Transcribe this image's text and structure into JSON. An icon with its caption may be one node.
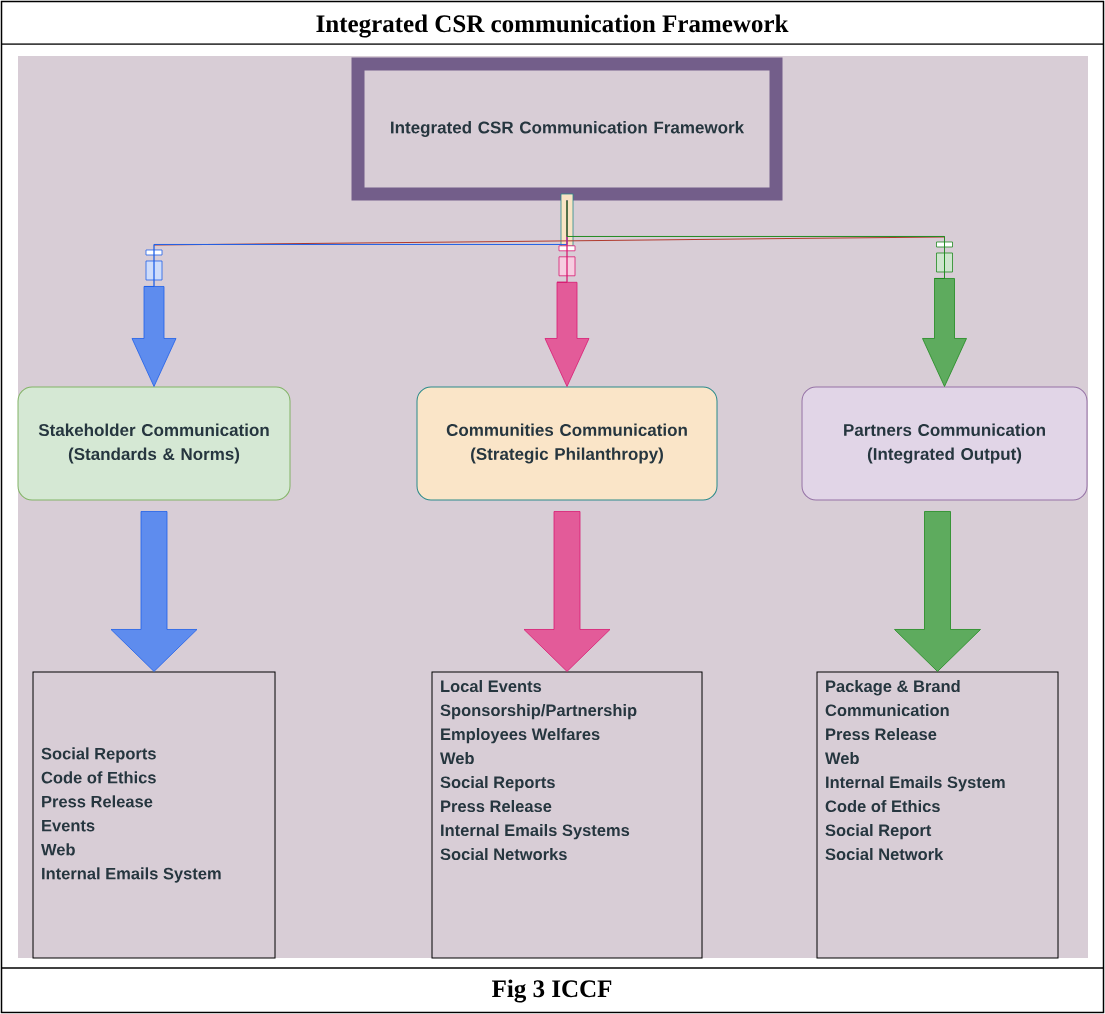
{
  "diagram": {
    "title": "Integrated CSR communication Framework",
    "caption": "Fig 3 ICCF",
    "nodes": [
      {
        "text": [
          "Integrated CSR Communication Framework"
        ]
      },
      {
        "text": [
          "Stakeholder Communication (Standards & Norms)"
        ]
      },
      {
        "text": [
          "Communities Communication (Strategic Philanthropy)"
        ]
      },
      {
        "text": [
          "Partners Communication (Integrated Output)"
        ]
      },
      {
        "text": [
          "Social Reports",
          "Code of Ethics",
          "Press Release",
          "Events",
          "Web",
          "Internal Emails System"
        ]
      },
      {
        "text": [
          "Local Events",
          "Sponsorship/Partnership",
          "Employees Welfares",
          "Web",
          "Social Reports",
          "Press Release",
          "Internal Emails Systems",
          "Social Networks"
        ]
      },
      {
        "text": [
          "Package & Brand Communication",
          "Press Release",
          "Web",
          "Internal Emails System",
          "Code of Ethics",
          "Social Report",
          "Social Network"
        ]
      }
    ],
    "edges": [
      {
        "from": 0,
        "to": 1,
        "arrow": "to",
        "color": "#1f5fe8"
      },
      {
        "from": 0,
        "to": 2,
        "arrow": "to",
        "color": "#d81b72"
      },
      {
        "from": 0,
        "to": 3,
        "arrow": "to",
        "color": "#1f8a1f"
      },
      {
        "from": 1,
        "to": 4,
        "arrow": "to",
        "color": "#1f5fe8"
      },
      {
        "from": 2,
        "to": 5,
        "arrow": "to",
        "color": "#d81b72"
      },
      {
        "from": 3,
        "to": 6,
        "arrow": "to",
        "color": "#1f8a1f"
      }
    ]
  }
}
